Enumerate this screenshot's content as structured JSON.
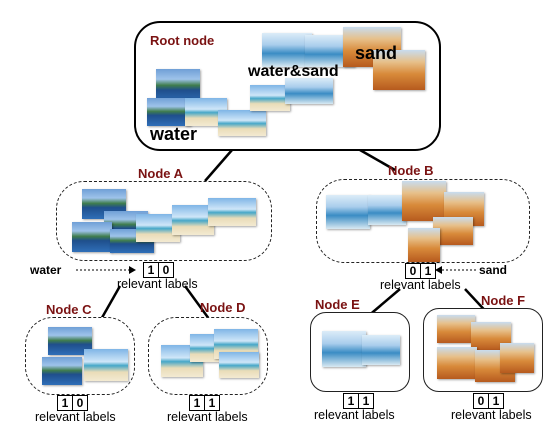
{
  "root": {
    "title": "Root node",
    "labels": {
      "water": "water",
      "water_sand": "water&sand",
      "sand": "sand"
    }
  },
  "nodes": {
    "A": {
      "title": "Node A",
      "bits": [
        "1",
        "0"
      ],
      "caption": "relevant labels",
      "tag": "water"
    },
    "B": {
      "title": "Node B",
      "bits": [
        "0",
        "1"
      ],
      "caption": "relevant labels",
      "tag": "sand"
    },
    "C": {
      "title": "Node C",
      "bits": [
        "1",
        "0"
      ],
      "caption": "relevant labels"
    },
    "D": {
      "title": "Node D",
      "bits": [
        "1",
        "1"
      ],
      "caption": "relevant labels"
    },
    "E": {
      "title": "Node E",
      "bits": [
        "1",
        "1"
      ],
      "caption": "relevant labels"
    },
    "F": {
      "title": "Node F",
      "bits": [
        "0",
        "1"
      ],
      "caption": "relevant labels"
    }
  }
}
